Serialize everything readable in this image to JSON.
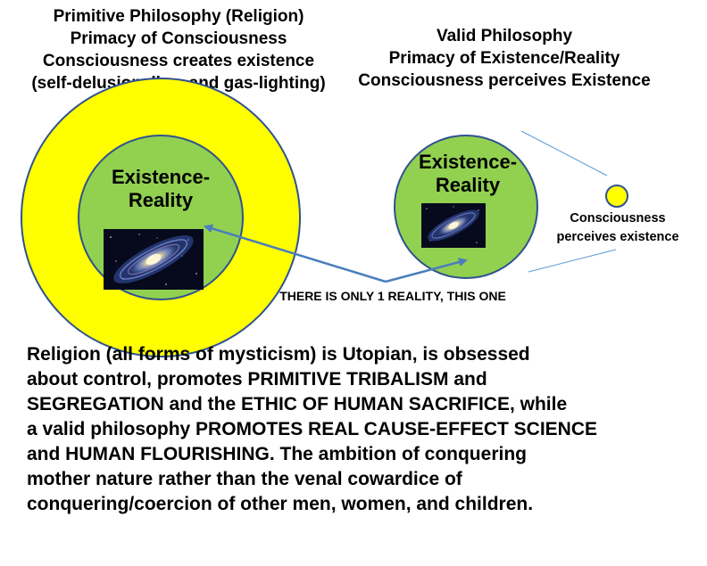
{
  "left_title": {
    "lines": [
      "Primitive Philosophy (Religion)",
      "Primacy of Consciousness",
      "Consciousness creates existence",
      "(self-delusion. lies, and gas-lighting)"
    ]
  },
  "right_title": {
    "lines": [
      "Valid Philosophy",
      "Primacy of Existence/Reality",
      "Consciousness perceives Existence"
    ]
  },
  "left_circle": {
    "label_lines": [
      "Existence-",
      "Reality"
    ],
    "outer_color": "#ffff00",
    "inner_color": "#92d050"
  },
  "right_circle": {
    "label_lines": [
      "Existence-",
      "Reality"
    ],
    "color": "#92d050"
  },
  "consciousness": {
    "label_lines": [
      "Consciousness",
      "perceives existence"
    ],
    "color": "#ffff00"
  },
  "reality_note": "THERE IS ONLY 1 REALITY, THIS ONE",
  "arrow_color": "#4a7ebb",
  "body_text": {
    "lines": [
      "Religion (all forms of mysticism) is Utopian, is obsessed",
      "about control, promotes PRIMITIVE TRIBALISM and",
      "SEGREGATION and the ETHIC OF HUMAN SACRIFICE, while",
      "a valid philosophy PROMOTES REAL CAUSE-EFFECT SCIENCE",
      "and HUMAN FLOURISHING. The ambition of conquering",
      "mother nature rather than the venal cowardice of",
      "conquering/coercion of other men, women, and children."
    ]
  }
}
